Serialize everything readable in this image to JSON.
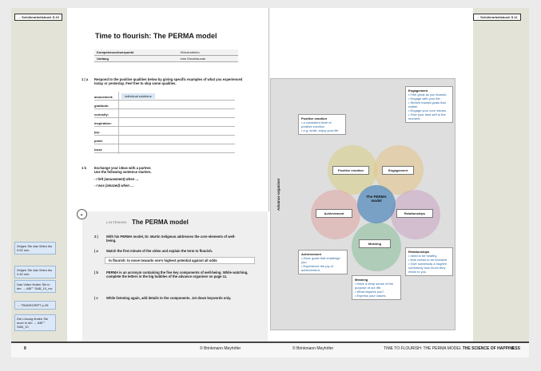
{
  "tabs": {
    "left": "→ Schülerarbeitsbuch S.10",
    "right": "→ Schülerarbeitsbuch S.11"
  },
  "title": "Time to flourish: The PERMA model",
  "meta": {
    "rows": [
      {
        "label": "Kompetenzschwerpunkt",
        "value": "Hörverstehen"
      },
      {
        "label": "Umfang",
        "value": "eine Einzelstunde"
      }
    ]
  },
  "task1": {
    "num": "1 | a",
    "text": "Respond to the positive qualities below by giving specific examples of what you experienced today or yesterday. Feel free to skip some qualities.",
    "rows": [
      {
        "label": "amusement:",
        "value": "individual solutions"
      },
      {
        "label": "gratitude:",
        "value": ""
      },
      {
        "label": "curiosity:",
        "value": ""
      },
      {
        "label": "inspiration:",
        "value": ""
      },
      {
        "label": "joy:",
        "value": ""
      },
      {
        "label": "pride:",
        "value": ""
      },
      {
        "label": "trust:",
        "value": ""
      }
    ]
  },
  "task1b": {
    "num": "1 b",
    "line1": "Exchange your ideas with a partner.",
    "line2": "Use the following sentence starters.",
    "s1": "- I felt (amusement) when …",
    "s2": "- I was (amazed) when …"
  },
  "listening": {
    "tag": "LISTENING",
    "heading": "The PERMA model",
    "t2": "With his PERMA model, Dr. Martin Seligman addresses the core elements of well-being.",
    "t2a": "Watch the first minute of the video and explain the term to flourish.",
    "answer": "to flourish: to move towards one's highest potential against all odds",
    "t2b": "PERMA is an acronym containing the five key components of well-being. While watching, complete the letters in the big bubbles of the advance organiser on page 11.",
    "t2c": "While listening again, add details to the components. Jot down keywords only.",
    "n2": "2 |",
    "n2a": "| a",
    "n2b": "| b",
    "n2c": "| c"
  },
  "side_notes": [
    "Zeigen Sie das Video bis 0:52 min.",
    "Zeigen Sie das Video bis 2:40 min.",
    "Das Video finden Sie in der → ABi°° SAB_10_mv",
    "→ TRANSCRIPT p.28",
    "Die Lösung finden Sie auch in der → ABi°° SAB_10"
  ],
  "diagram": {
    "axis_label": "Advance organiser",
    "center": "The PERMA model",
    "bubbles": {
      "positive": "Positive emotion",
      "engagement": "Engagement",
      "relationships": "Relationships",
      "meaning": "Meaning",
      "achievement": "Achievement"
    },
    "cards": {
      "positive": {
        "head": "Positive emotion",
        "items": [
          "a consistent level of positive emotion",
          "e.g. smile, enjoy your life"
        ]
      },
      "engagement": {
        "head": "Engagement",
        "items": [
          "Feel great as you flourish.",
          "Engage with your life.",
          "Stretch toward goals that matter.",
          "Engage your core virtues.",
          "Give your best self to the moment."
        ]
      },
      "relationships": {
        "head": "Relationships",
        "items": [
          "need to be healthy",
          "time needs to be invested",
          "Give somebody a hug/tell somebody how much they mean to you."
        ]
      },
      "meaning": {
        "head": "Meaning",
        "items": [
          "Have a deep sense of the purpose of our life.",
          "What inspires you?",
          "Express your values."
        ]
      },
      "achievement": {
        "head": "Achievement",
        "items": [
          "Have goals that challenge you.",
          "Experience the joy of achievement."
        ]
      }
    },
    "colors": {
      "positive": "#d9cf8a",
      "engagement": "#e3c48c",
      "relationships": "#c9a8c4",
      "meaning": "#8fbf9f",
      "achievement": "#e0a8a8",
      "center": "#5f91bf"
    }
  },
  "footer": {
    "page_left": "8",
    "copy_left": "© Brinkmann Meyhöfer",
    "copy_right": "© Brinkmann Meyhöfer",
    "running_title": "TIME TO FLOURISH: THE PERMA MODEL",
    "series": "THE SCIENCE OF HAPPINESS",
    "page_right": "9"
  }
}
